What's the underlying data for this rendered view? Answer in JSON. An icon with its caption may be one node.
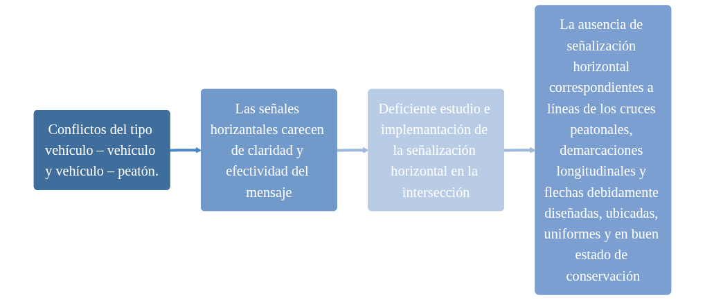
{
  "diagram": {
    "nodes": [
      {
        "text": [
          "Conflictos del tipo vehículo – vehículo y vehículo – peatón."
        ]
      },
      {
        "text": [
          "Las señales horizantales carecen de claridad y efectividad del mensaje"
        ]
      },
      {
        "text": [
          "Deficiente estudio e implemantación de la señalización horizontal en la intersección"
        ]
      },
      {
        "text": [
          "La ausencia de señalización horizontal correspondientes a líneas de los cruces peatonales, demarcaciones longitudinales y flechas debidamente diseñadas, ubicadas, uniformes y en buen estado de conservación"
        ]
      }
    ],
    "edges": [
      {
        "from": 0,
        "to": 1,
        "arrow": "to",
        "color": "#4a86c8"
      },
      {
        "from": 1,
        "to": 2,
        "arrow": "to"
      },
      {
        "from": 2,
        "to": 3,
        "arrow": "to"
      }
    ]
  }
}
